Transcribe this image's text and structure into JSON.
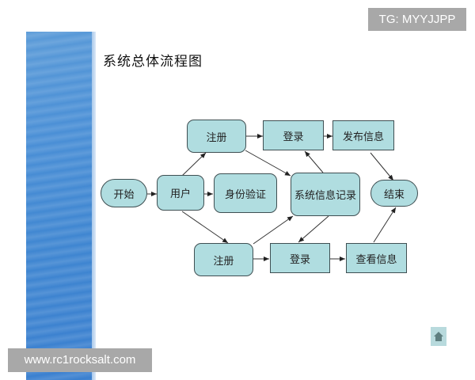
{
  "title": "系统总体流程图",
  "watermarks": {
    "top_right": "TG: MYYJJPP",
    "bottom_left": "www.rc1rocksalt.com"
  },
  "nodes": {
    "start": "开始",
    "user": "用户",
    "register_top": "注册",
    "login_top": "登录",
    "publish_info": "发布信息",
    "identity_verify": "身份验证",
    "system_info_record": "系统信息记录",
    "end": "结束",
    "register_bottom": "注册",
    "login_bottom": "登录",
    "view_info": "查看信息"
  },
  "edges": [
    [
      "start",
      "user"
    ],
    [
      "user",
      "identity_verify"
    ],
    [
      "user",
      "register_top"
    ],
    [
      "user",
      "register_bottom"
    ],
    [
      "register_top",
      "login_top"
    ],
    [
      "register_top",
      "system_info_record"
    ],
    [
      "login_top",
      "publish_info"
    ],
    [
      "system_info_record",
      "login_top"
    ],
    [
      "publish_info",
      "end"
    ],
    [
      "register_bottom",
      "system_info_record"
    ],
    [
      "register_bottom",
      "login_bottom"
    ],
    [
      "system_info_record",
      "login_bottom"
    ],
    [
      "login_bottom",
      "view_info"
    ],
    [
      "view_info",
      "end"
    ]
  ],
  "colors": {
    "node_fill": "#b0dde0",
    "node_border": "#3f4f52",
    "panel_blue": "#4a8fd6"
  },
  "nav": {
    "home_icon": "home-icon"
  }
}
